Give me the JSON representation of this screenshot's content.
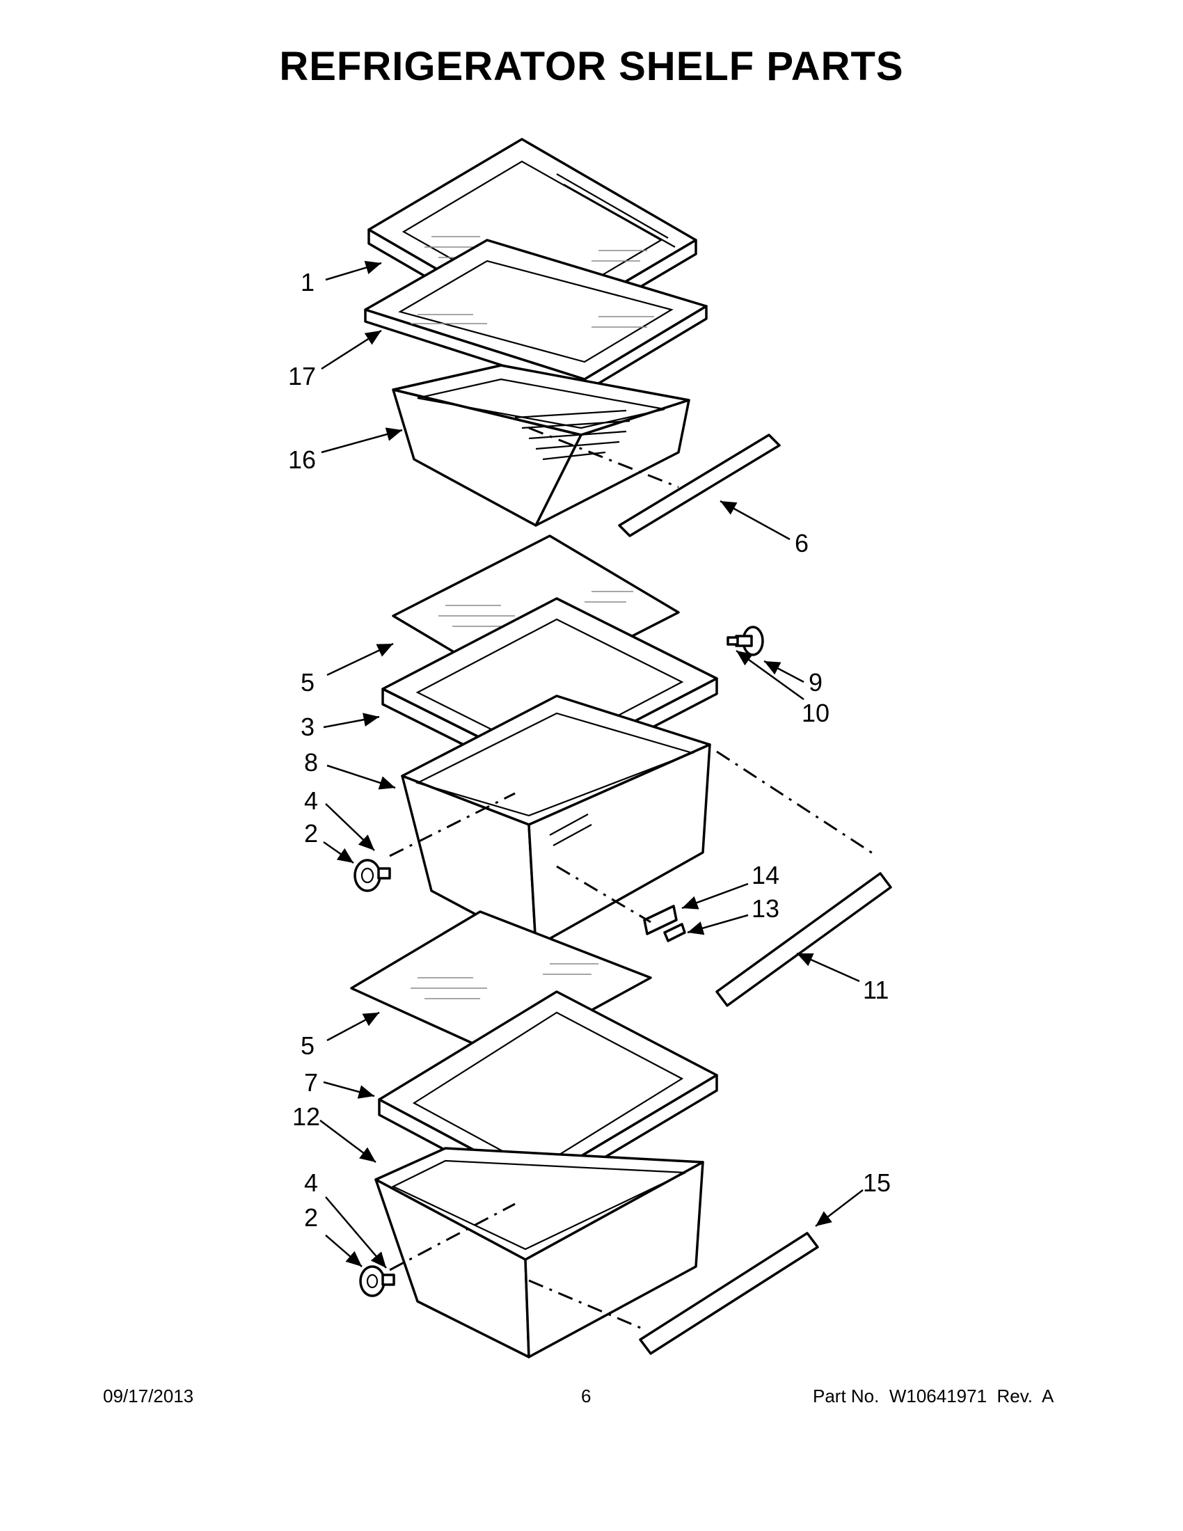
{
  "title": "REFRIGERATOR SHELF PARTS",
  "callouts": [
    "1",
    "17",
    "16",
    "6",
    "5",
    "3",
    "8",
    "4",
    "2",
    "9",
    "10",
    "14",
    "13",
    "11",
    "5",
    "7",
    "12",
    "4",
    "2",
    "15"
  ],
  "footer": {
    "date": "09/17/2013",
    "page": "6",
    "part_no": "Part No.  W10641971  Rev.  A"
  }
}
